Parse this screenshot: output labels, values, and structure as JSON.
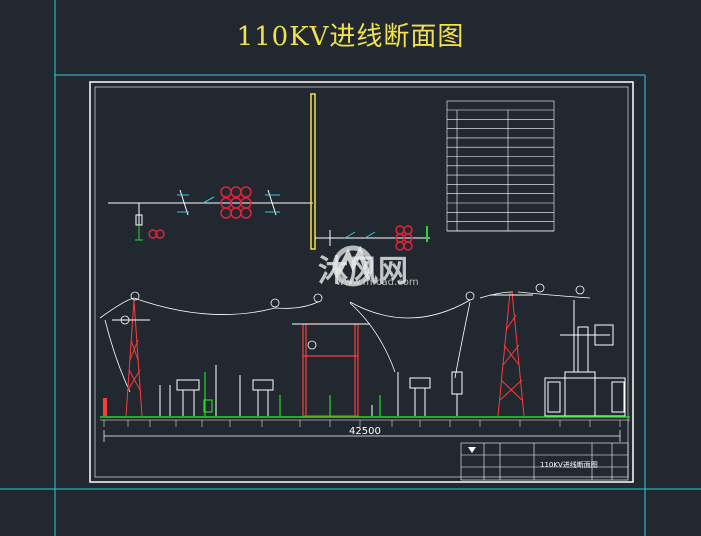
{
  "title": "110KV进线断面图",
  "watermark": {
    "brand": "沐风网",
    "url": "www.mfcad.com"
  },
  "dimension_total": "42500",
  "title_block": {
    "drawing_name": "110KV进线断面图"
  },
  "colors": {
    "background": "#212830",
    "title": "#f2e14a",
    "frame": "#ffffff",
    "structure": "#ff3b3b",
    "bus": "#f2e14a",
    "ground": "#2bd42b",
    "cyan": "#35c9e0",
    "insulator": "#e3213b"
  }
}
